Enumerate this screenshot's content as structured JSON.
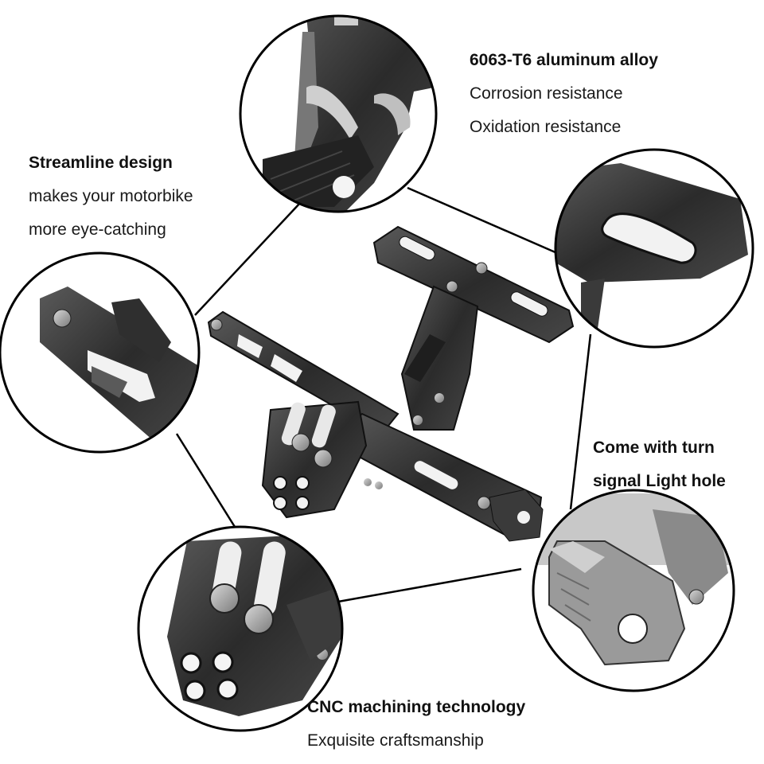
{
  "captions": {
    "alloy": {
      "title": "6063-T6 aluminum alloy",
      "lines": [
        "Corrosion resistance",
        "Oxidation resistance"
      ]
    },
    "streamline": {
      "title": "Streamline design",
      "lines": [
        "makes your motorbike",
        "more eye-catching"
      ]
    },
    "turn_signal": {
      "title_lines": [
        "Come with turn",
        "signal Light hole"
      ]
    },
    "cnc": {
      "title": "CNC machining technology",
      "lines": [
        "Exquisite craftsmanship"
      ]
    }
  },
  "colors": {
    "metal_dark": "#2b2b2b",
    "metal_mid": "#4a4a4a",
    "metal_light": "#8a8a8a",
    "silver": "#b8b8b8",
    "outline": "#000000"
  }
}
